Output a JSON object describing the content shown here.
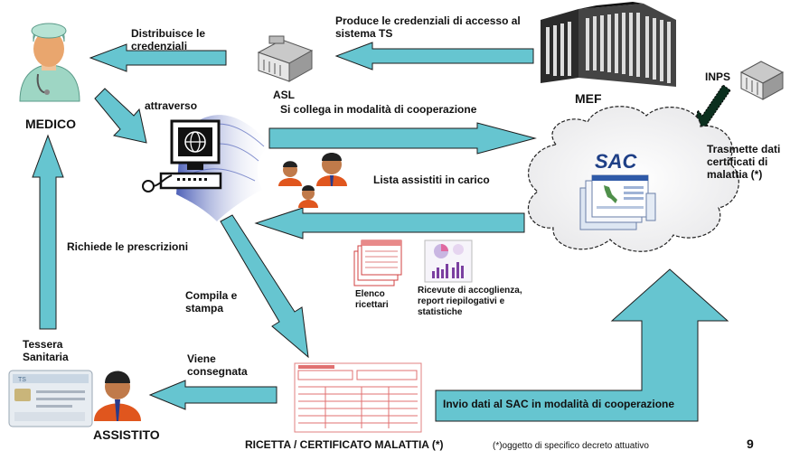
{
  "labels": {
    "medico": "MEDICO",
    "distribuisce": "Distribuisce le\ncredenziali",
    "asl": "ASL",
    "produce": "Produce le credenziali di accesso al\nsistema TS",
    "mef": "MEF",
    "inps": "INPS",
    "attraverso": "attraverso",
    "si_collega": "Si collega  in modalità di cooperazione",
    "sac": "SAC",
    "trasmette": "Trasmette dati\ncertificati di\nmalattia (*)",
    "lista_assistiti": "Lista assistiti in carico",
    "richiede": "Richiede le prescrizioni",
    "elenco": "Elenco\nricettari",
    "ricevute": "Ricevute di accoglienza,\nreport riepilogativi e\nstatistiche",
    "compila": "Compila e\nstampa",
    "tessera": "Tessera\nSanitaria",
    "viene": "Viene\nconsegnata",
    "invio": "Invio dati al SAC in modalità di cooperazione",
    "assistito": "ASSISTITO",
    "ricetta": "RICETTA / CERTIFICATO MALATTIA (*)",
    "nota": "(*)oggetto di specifico decreto attuativo",
    "page_number": "9"
  },
  "colors": {
    "arrow_fill": "#66c5d0",
    "arrow_stroke": "#1c1c1c",
    "cloud_stroke": "#222222",
    "sac_text": "#1e3f86",
    "doctor_coat": "#9ed6c4",
    "person_shirt": "#e0561e",
    "fan_blue": "#5b6fc4"
  },
  "icons": [
    "doctor-icon",
    "asl-building-icon",
    "mef-building-icon",
    "inps-building-icon",
    "computer-icon",
    "people-icon",
    "sac-cloud",
    "ricettari-icon",
    "report-chart-icon",
    "prescription-form",
    "health-card-icon",
    "patient-icon"
  ]
}
